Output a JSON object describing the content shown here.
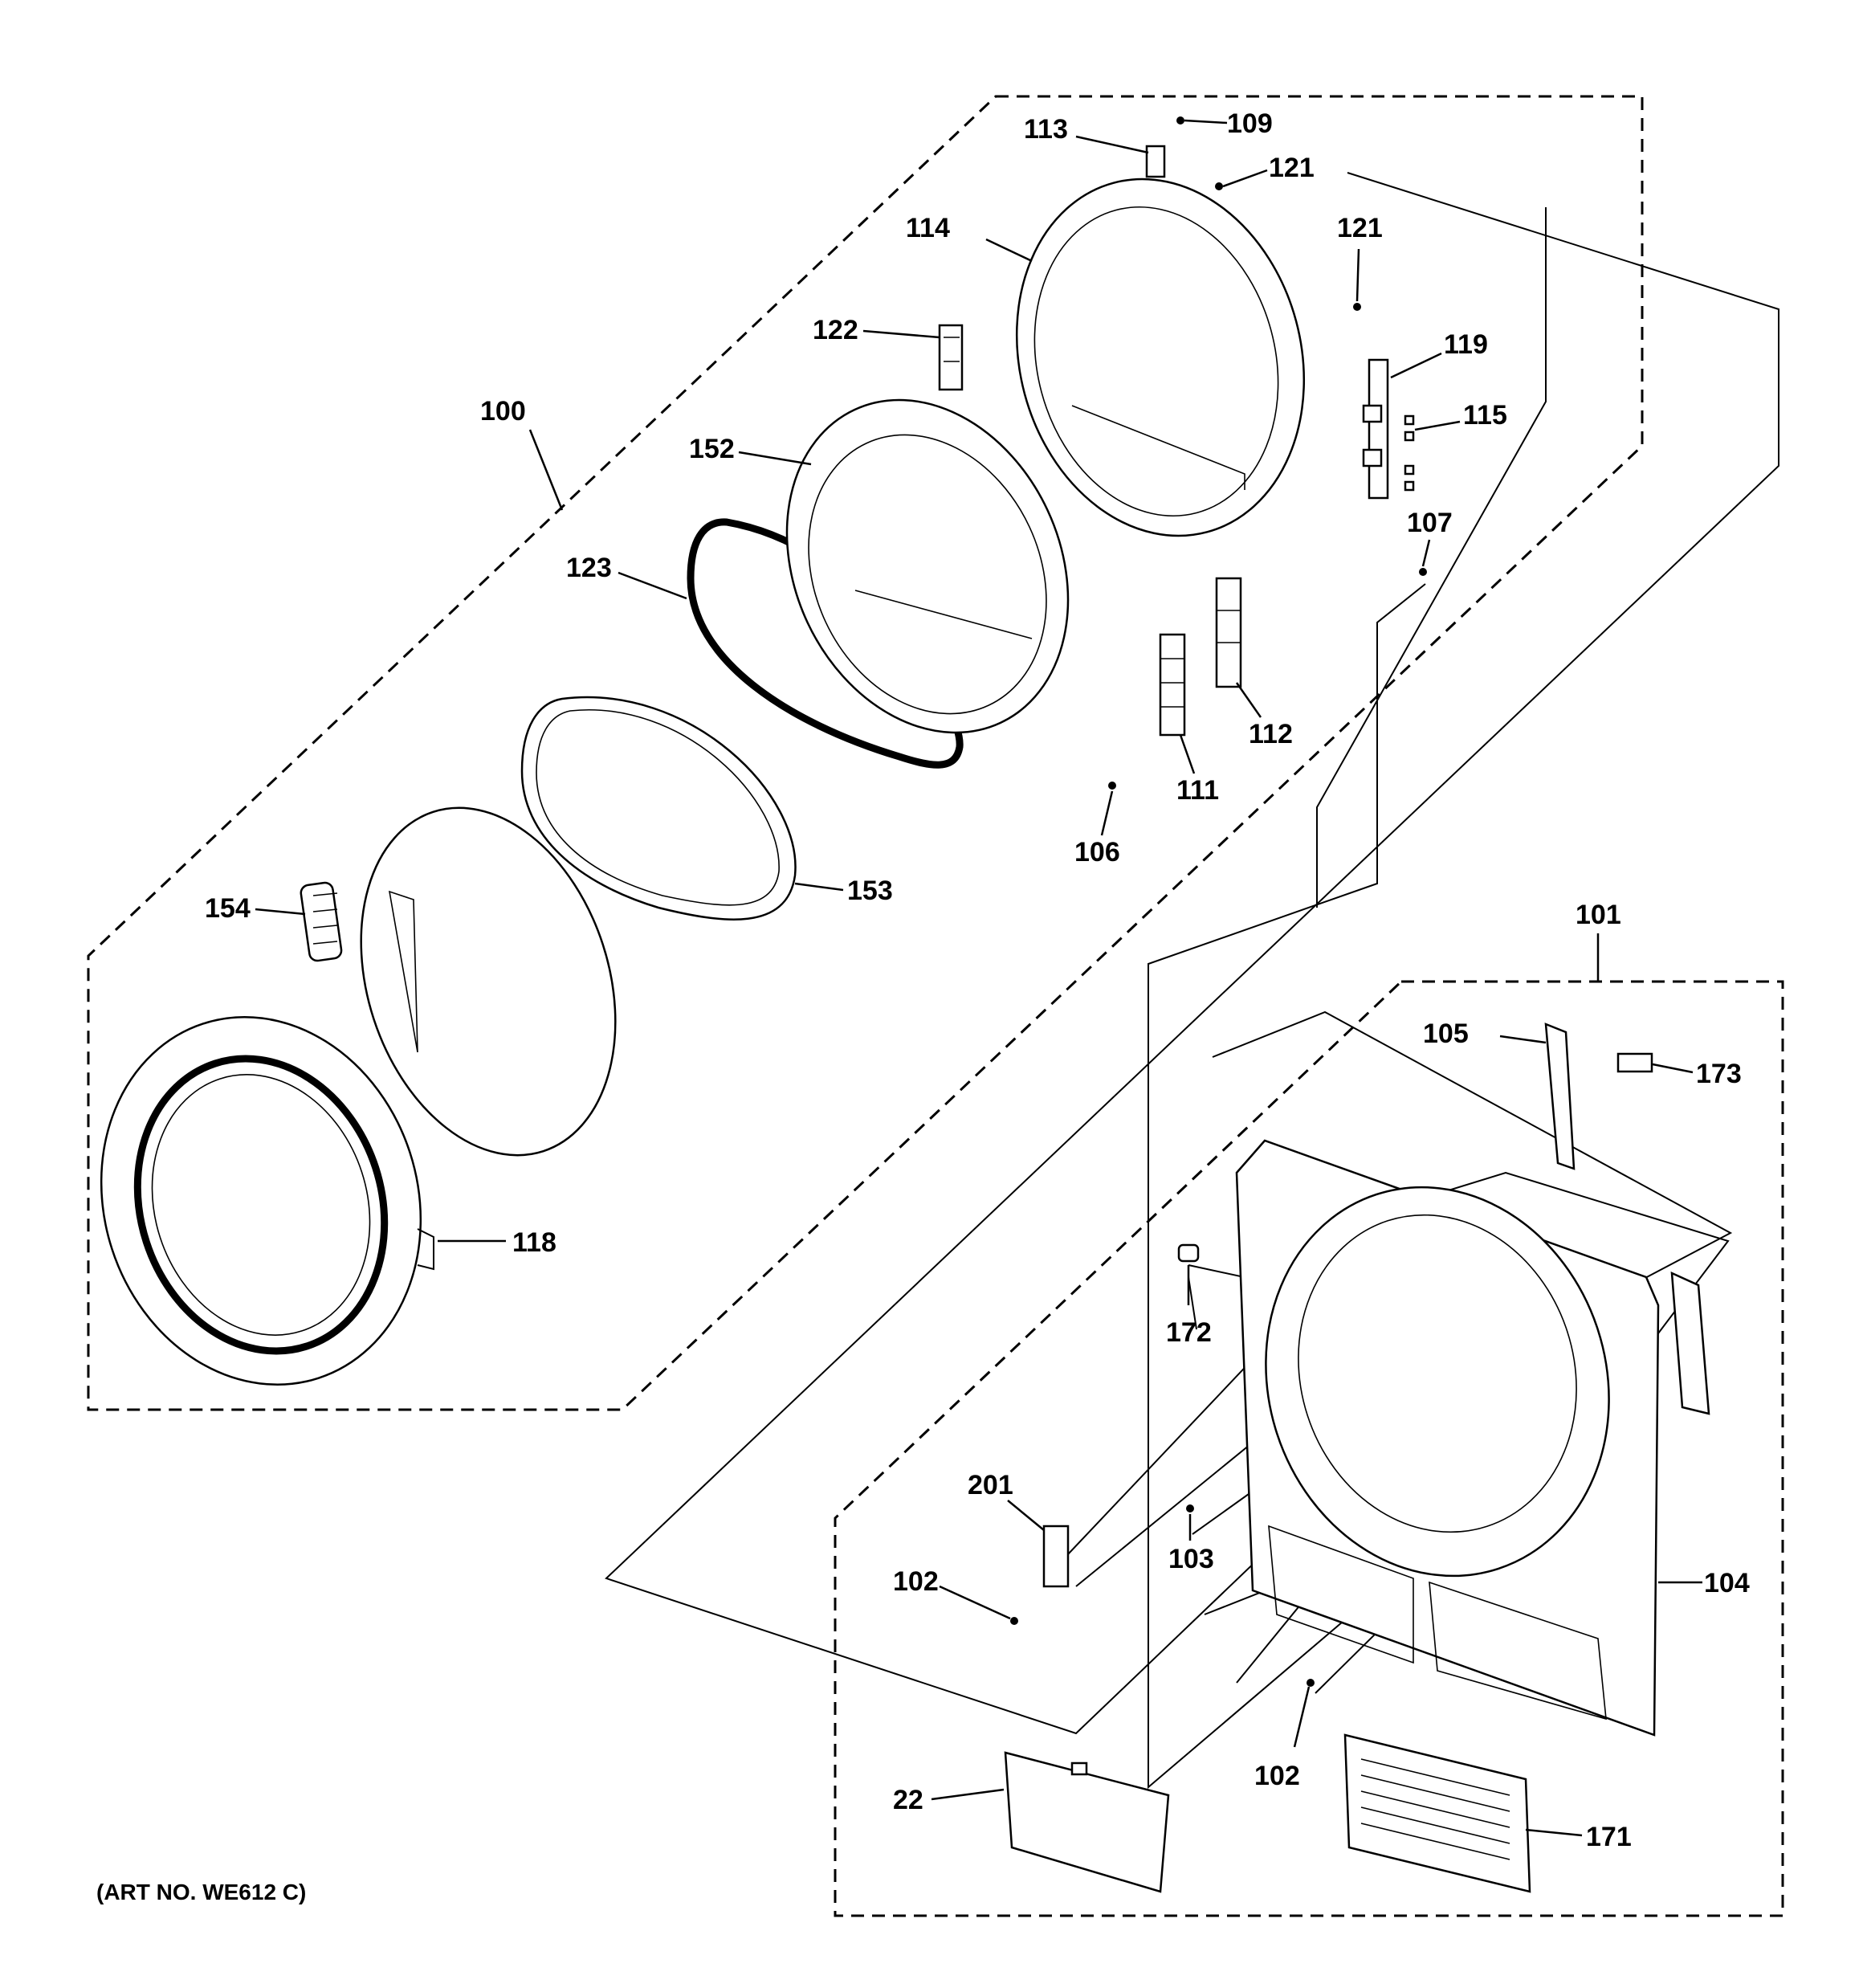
{
  "diagram": {
    "art_number": "(ART NO. WE612 C)",
    "callouts": {
      "p100": "100",
      "p101": "101",
      "p102a": "102",
      "p102b": "102",
      "p103": "103",
      "p104": "104",
      "p105": "105",
      "p106": "106",
      "p107": "107",
      "p109": "109",
      "p111": "111",
      "p112": "112",
      "p113": "113",
      "p114": "114",
      "p115": "115",
      "p118": "118",
      "p119": "119",
      "p121a": "121",
      "p121b": "121",
      "p122": "122",
      "p123": "123",
      "p152": "152",
      "p153": "153",
      "p154": "154",
      "p171": "171",
      "p172": "172",
      "p173": "173",
      "p201": "201",
      "p22": "22"
    }
  }
}
